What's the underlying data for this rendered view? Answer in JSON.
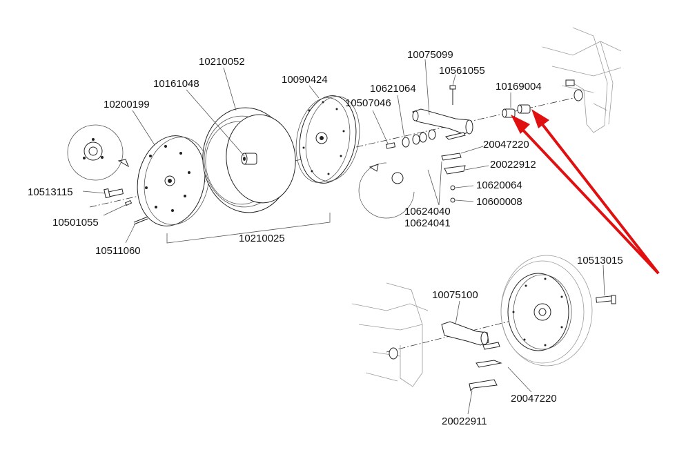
{
  "colors": {
    "line": "#222222",
    "faint": "#9a9a9a",
    "arrow": "#e01010",
    "background": "#ffffff"
  },
  "labels": {
    "p10200199": "10200199",
    "p10161048": "10161048",
    "p10210052": "10210052",
    "p10090424": "10090424",
    "p10513115": "10513115",
    "p10501055": "10501055",
    "p10511060": "10511060",
    "p10210025": "10210025",
    "p10507046": "10507046",
    "p10621064": "10621064",
    "p10075099": "10075099",
    "p10561055": "10561055",
    "p10169004": "10169004",
    "p20047220_top": "20047220",
    "p20022912": "20022912",
    "p10620064": "10620064",
    "p10600008": "10600008",
    "p10624040": "10624040",
    "p10624041": "10624041",
    "p10513015": "10513015",
    "p10075100": "10075100",
    "p20047220_bottom": "20047220",
    "p20022911": "20022911"
  }
}
